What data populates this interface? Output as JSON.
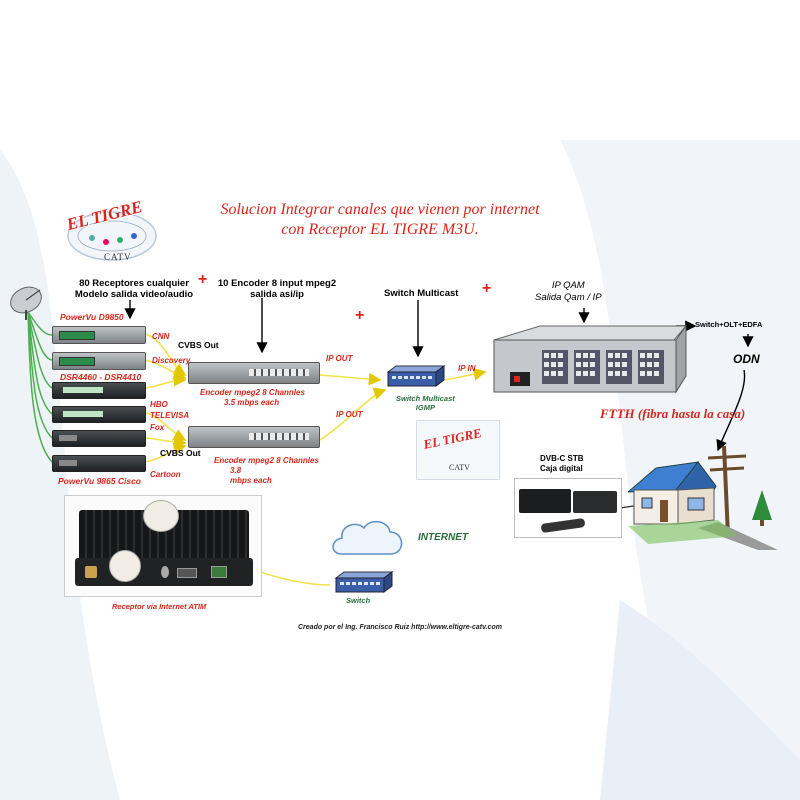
{
  "title": {
    "line1": "Solucion Integrar canales que vienen por internet",
    "line2": "con Receptor EL TIGRE M3U."
  },
  "logo": {
    "brand": "EL TIGRE",
    "sub": "CATV"
  },
  "receivers": {
    "heading1": "80 Receptores cualquier",
    "heading2": "Modelo salida video/audio",
    "model_top": "PowerVu D9850",
    "model_mid": "DSR4460 - DSR4410",
    "model_bottom": "PowerVu 9865 Cisco"
  },
  "channels": [
    "CNN",
    "Discovery",
    "HBO",
    "TELEVISA",
    "Fox",
    "Cartoon"
  ],
  "cvbs_top": "CVBS Out",
  "cvbs_bottom": "CVBS Out",
  "encoder": {
    "heading1": "10 Encoder 8 input mpeg2",
    "heading2": "salida asi/ip",
    "caption_top_1": "Encoder mpeg2 8 Channles",
    "caption_top_2": "3.5 mbps each",
    "caption_bot_1": "Encoder mpeg2 8 Channles",
    "caption_bot_2": "3.8",
    "caption_bot_3": "mbps each"
  },
  "ip_out_1": "IP OUT",
  "ip_out_2": "IP OUT",
  "ip_in": "IP IN",
  "switch_multicast": {
    "heading": "Switch Multicast",
    "caption1": "Switch Multicast",
    "caption2": "IGMP"
  },
  "ipqam": {
    "heading1": "IP QAM",
    "heading2": "Salida Qam / IP"
  },
  "olt": "Switch+OLT+EDFA",
  "odn": "ODN",
  "ftth": "FTTH (fibra hasta la casa)",
  "stb": {
    "line1": "DVB-C STB",
    "line2": "Caja digital"
  },
  "internet": "INTERNET",
  "switch_internet": "Switch",
  "receptor_caption": "Receptor via Internet ATIM",
  "credit": "Creado por el Ing. Francisco Ruiz  http://www.eltigre-catv.com",
  "plus": "+",
  "colors": {
    "title": "#d8261c",
    "signal_line": "#f2e24a",
    "arrow": "#000000",
    "green_line": "#4caf50"
  }
}
